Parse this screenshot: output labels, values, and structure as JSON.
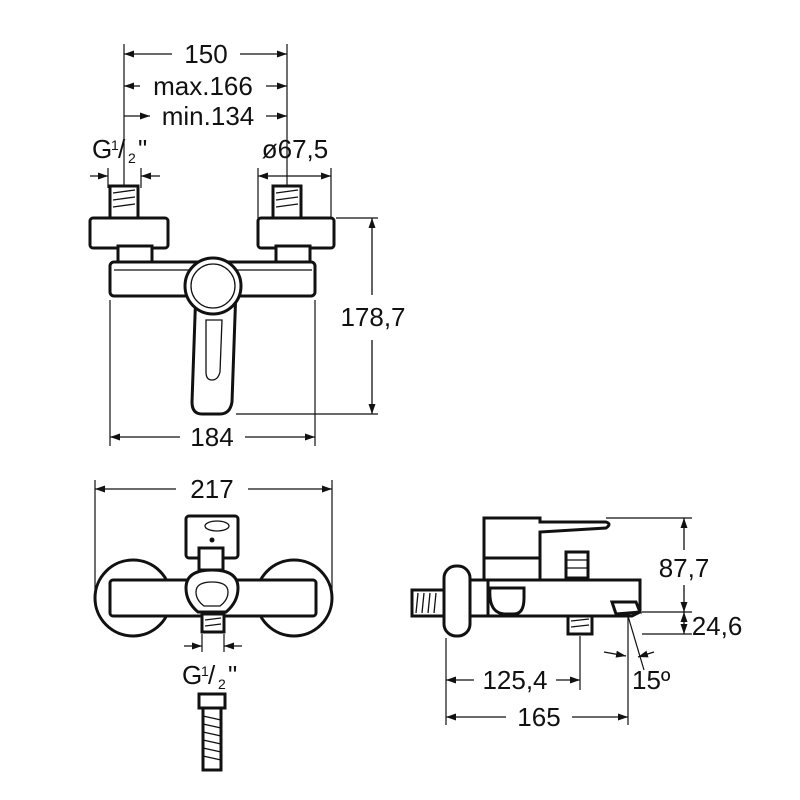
{
  "front_view": {
    "dim_150": "150",
    "dim_max": "max.166",
    "dim_min": "min.134",
    "thread_label_main": "G",
    "thread_fraction_num": "1",
    "thread_fraction_den": "2",
    "thread_inch": "\"",
    "dim_diameter": "ø67,5",
    "dim_height": "178,7",
    "dim_width": "184"
  },
  "bottom_view": {
    "dim_width": "217",
    "thread_label_main": "G",
    "thread_fraction_num": "1",
    "thread_fraction_den": "2",
    "thread_inch": "\""
  },
  "side_view": {
    "dim_87_7": "87,7",
    "dim_24_6": "24,6",
    "dim_125_4": "125,4",
    "dim_15": "15º",
    "dim_165": "165"
  }
}
